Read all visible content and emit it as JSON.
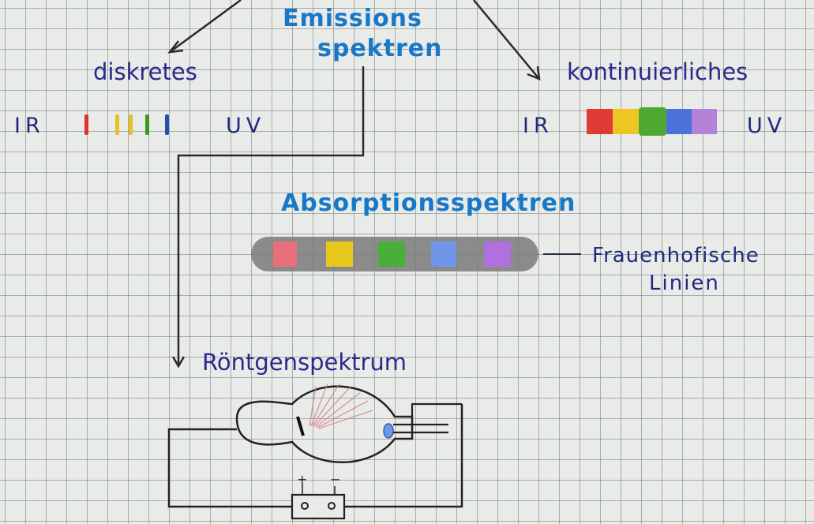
{
  "emission": {
    "title_line1": "Emissions",
    "title_line2": "spektren",
    "discrete": {
      "label": "diskretes",
      "ir": "IR",
      "uv": "UV",
      "line_colors": [
        "#e03030",
        "#e8c020",
        "#3a9a20",
        "#2050b0"
      ]
    },
    "continuous": {
      "label": "kontinuierliches",
      "ir": "IR",
      "uv": "UV",
      "block_colors": [
        "#e03a34",
        "#ecc624",
        "#4ea832",
        "#4a72d8",
        "#b482d8"
      ]
    }
  },
  "absorption": {
    "title": "Absorptionsspektren",
    "block_colors": [
      "#e8707a",
      "#e8c81c",
      "#48b038",
      "#6f96e8",
      "#b070e0"
    ],
    "dark_band_color": "#6e6e6e",
    "caption_line1": "Frauenhofische",
    "caption_line2": "Linien"
  },
  "xray": {
    "title": "Röntgenspektrum",
    "plus": "+",
    "minus": "−"
  }
}
